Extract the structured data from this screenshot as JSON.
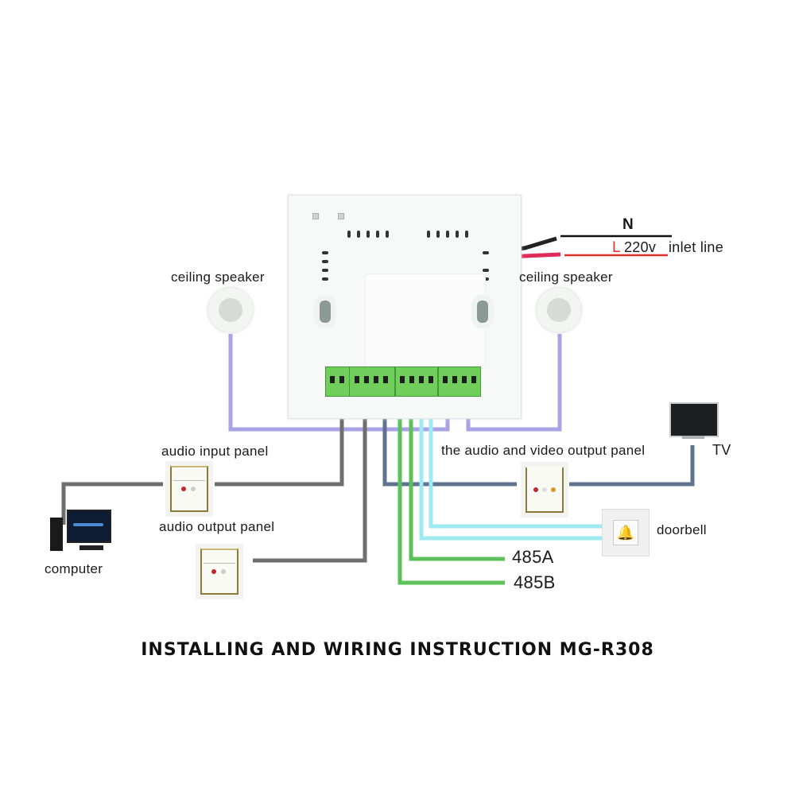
{
  "title": "INSTALLING AND WIRING INSTRUCTION MG-R308",
  "power": {
    "neutral_label": "N",
    "live_label": "L",
    "voltage": "220v",
    "line_label": "inlet line"
  },
  "labels": {
    "ceiling_speaker_left": "ceiling speaker",
    "ceiling_speaker_right": "ceiling speaker",
    "audio_input_panel": "audio input panel",
    "audio_output_panel": "audio output panel",
    "computer": "computer",
    "av_output_panel": "the audio and video output panel",
    "tv": "TV",
    "doorbell": "doorbell",
    "rs485a": "485A",
    "rs485b": "485B"
  },
  "colors": {
    "speaker_wire": "#a9a3e6",
    "audio_wire": "#6e6e6e",
    "video_wire": "#5f7391",
    "rs485_wire": "#5cc15a",
    "doorbell_wire": "#9eeaf3",
    "neutral_wire": "#111111",
    "live_wire": "#e0322b",
    "terminal_green": "#6fcf5a"
  }
}
